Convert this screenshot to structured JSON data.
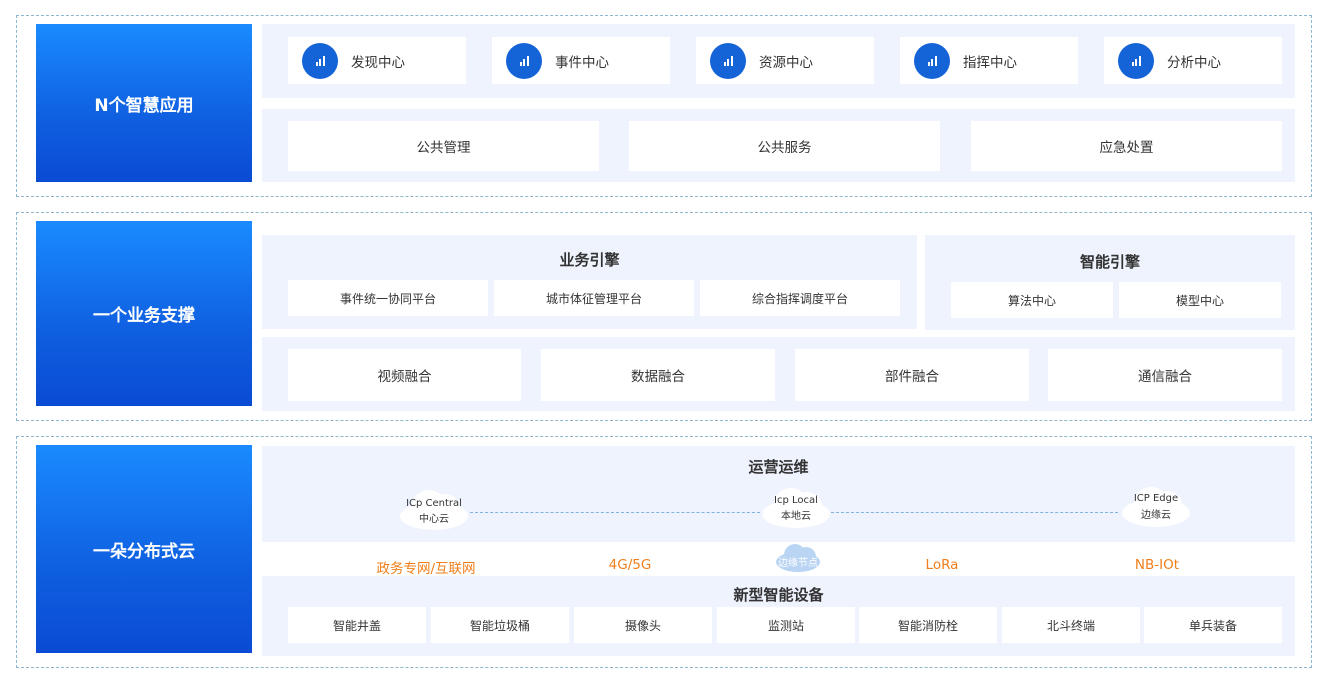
{
  "layers": [
    {
      "label": "N个智慧应用",
      "apps": [
        "发现中心",
        "事件中心",
        "资源中心",
        "指挥中心",
        "分析中心"
      ],
      "domains": [
        "公共管理",
        "公共服务",
        "应急处置"
      ]
    },
    {
      "label": "一个业务支撑",
      "business_engine": {
        "title": "业务引擎",
        "items": [
          "事件统一协同平台",
          "城市体征管理平台",
          "综合指挥调度平台"
        ]
      },
      "smart_engine": {
        "title": "智能引擎",
        "items": [
          "算法中心",
          "模型中心"
        ]
      },
      "fusion": [
        "视频融合",
        "数据融合",
        "部件融合",
        "通信融合"
      ]
    },
    {
      "label": "一朵分布式云",
      "ops": {
        "title": "运营运维",
        "clouds": [
          {
            "name": "ICp Central",
            "sub": "中心云"
          },
          {
            "name": "Icp Local",
            "sub": "本地云"
          },
          {
            "name": "ICP Edge",
            "sub": "边缘云"
          }
        ]
      },
      "edge_node": "边缘节点",
      "networks": [
        "政务专网/互联网",
        "4G/5G",
        "LoRa",
        "NB-IOt"
      ],
      "devices": {
        "title": "新型智能设备",
        "items": [
          "智能井盖",
          "智能垃圾桶",
          "摄像头",
          "监测站",
          "智能消防栓",
          "北斗终端",
          "单兵装备"
        ]
      }
    }
  ],
  "colors": {
    "accent_blue": "#1464d8",
    "panel_bg": "#eef3fe",
    "network_orange": "#f07f1b",
    "dash_border": "#8fb6cf"
  }
}
